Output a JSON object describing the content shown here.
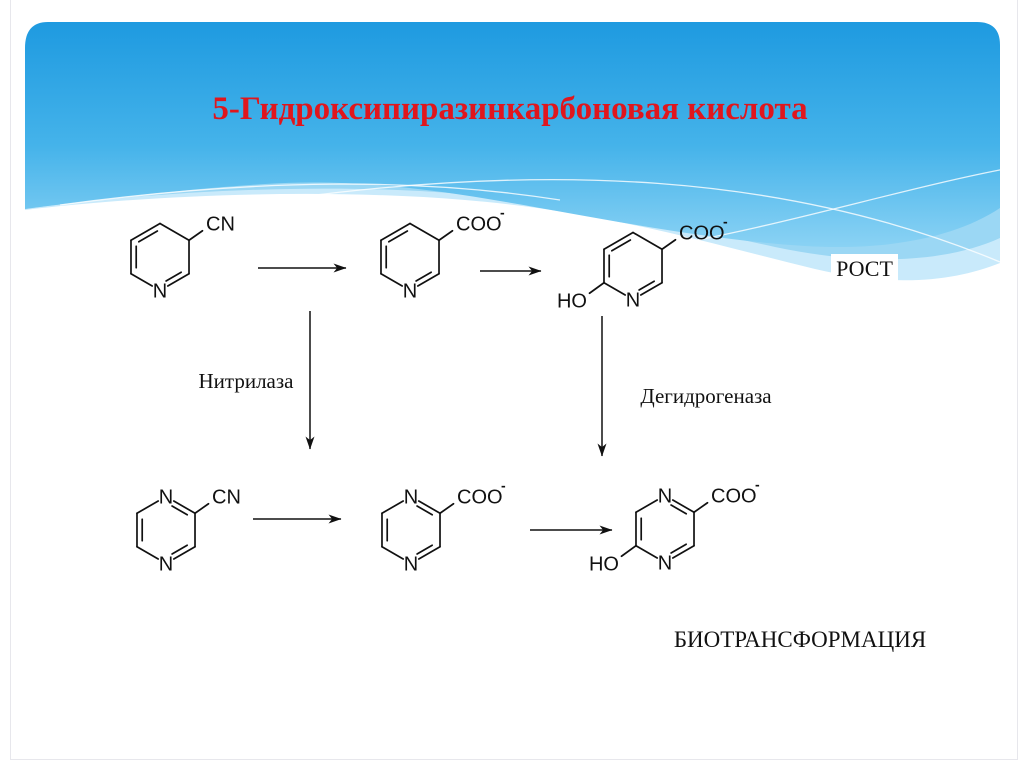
{
  "slide": {
    "title": "5-Гидроксипиразинкарбоновая кислота",
    "title_color": "#e0161d"
  },
  "scheme": {
    "enzyme_left": "Нитрилаза",
    "enzyme_right": "Дегидрогеназа",
    "growth_label": "РОСТ",
    "biotransformation_label": "БИОТРАНСФОРМАЦИЯ"
  },
  "atoms": {
    "n": "N",
    "cn": "CN",
    "coo": "COO",
    "minus": "-",
    "ho": "HO"
  },
  "colors": {
    "title_red": "#e0161d",
    "wave_blue_top": "#1e9ae0",
    "wave_blue_mid": "#45b3ea",
    "wave_blue_bottom": "#8ad2f4",
    "wave_band_medium": "#9bd7f4",
    "wave_band_light": "#c9eafb",
    "ink": "#111111"
  }
}
